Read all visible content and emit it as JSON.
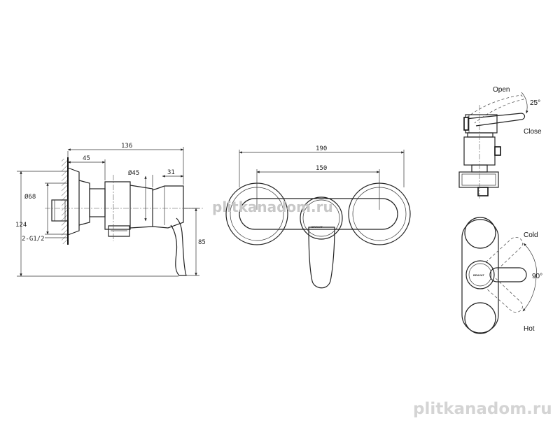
{
  "dimensions": {
    "side_total_width": "136",
    "side_wall_offset": "45",
    "side_body_diameter": "Ø45",
    "side_lever_offset": "31",
    "side_total_height": "124",
    "side_flange_diameter": "Ø68",
    "side_thread": "2-G1/2",
    "side_lever_height": "85",
    "front_total_width": "190",
    "front_center_distance": "150"
  },
  "labels": {
    "open": "Open",
    "close": "Close",
    "tilt_angle": "25°",
    "cold": "Cold",
    "hot": "Hot",
    "rotate_angle": "90°",
    "brand": "BRAVAT"
  },
  "watermarks": {
    "center": "plitkanadom.ru",
    "bottom": "plitkanadom.ru"
  },
  "colors": {
    "line": "#222222",
    "watermark": "#c8c8c8"
  }
}
